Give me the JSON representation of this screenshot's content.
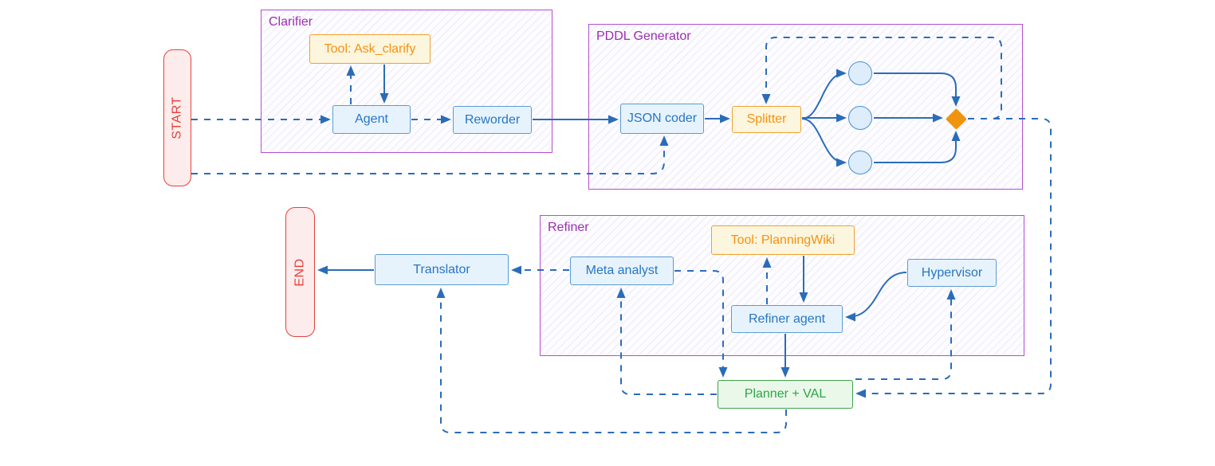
{
  "diagram": {
    "containers": {
      "clarifier": {
        "label": "Clarifier"
      },
      "pddl": {
        "label": "PDDL Generator"
      },
      "refiner": {
        "label": "Refiner"
      }
    },
    "nodes": {
      "start": {
        "label": "START",
        "type": "terminal"
      },
      "end": {
        "label": "END",
        "type": "terminal"
      },
      "tool_ask": {
        "label": "Tool: Ask_clarify",
        "type": "tool"
      },
      "agent": {
        "label": "Agent",
        "type": "process"
      },
      "reworder": {
        "label": "Reworder",
        "type": "process"
      },
      "json_coder": {
        "label": "JSON coder",
        "type": "process"
      },
      "splitter": {
        "label": "Splitter",
        "type": "tool"
      },
      "worker_1": {
        "label": "",
        "type": "worker-circle"
      },
      "worker_2": {
        "label": "",
        "type": "worker-circle"
      },
      "worker_3": {
        "label": "",
        "type": "worker-circle"
      },
      "join_diamond": {
        "label": "",
        "type": "join-diamond"
      },
      "meta_analyst": {
        "label": "Meta analyst",
        "type": "process"
      },
      "tool_wiki": {
        "label": "Tool: PlanningWiki",
        "type": "tool"
      },
      "refiner_agent": {
        "label": "Refiner agent",
        "type": "process"
      },
      "hypervisor": {
        "label": "Hypervisor",
        "type": "process"
      },
      "translator": {
        "label": "Translator",
        "type": "process"
      },
      "planner": {
        "label": "Planner + VAL",
        "type": "validator"
      }
    },
    "edges": [
      {
        "from": "START",
        "to": "Agent",
        "style": "dashed"
      },
      {
        "from": "Agent",
        "to": "Tool: Ask_clarify",
        "style": "dashed"
      },
      {
        "from": "Tool: Ask_clarify",
        "to": "Agent",
        "style": "solid"
      },
      {
        "from": "Agent",
        "to": "Reworder",
        "style": "dashed"
      },
      {
        "from": "Reworder",
        "to": "JSON coder",
        "style": "solid"
      },
      {
        "from": "START",
        "to": "JSON coder",
        "style": "dashed"
      },
      {
        "from": "JSON coder",
        "to": "Splitter",
        "style": "solid"
      },
      {
        "from": "Splitter",
        "to": "worker_1",
        "style": "solid"
      },
      {
        "from": "Splitter",
        "to": "worker_2",
        "style": "solid"
      },
      {
        "from": "Splitter",
        "to": "worker_3",
        "style": "solid"
      },
      {
        "from": "worker_1",
        "to": "join_diamond",
        "style": "solid"
      },
      {
        "from": "worker_2",
        "to": "join_diamond",
        "style": "solid"
      },
      {
        "from": "worker_3",
        "to": "join_diamond",
        "style": "solid"
      },
      {
        "from": "join_diamond",
        "to": "Splitter",
        "style": "dashed"
      },
      {
        "from": "join_diamond",
        "to": "Planner + VAL",
        "style": "dashed"
      },
      {
        "from": "Meta analyst",
        "to": "Translator",
        "style": "dashed"
      },
      {
        "from": "Translator",
        "to": "END",
        "style": "solid"
      },
      {
        "from": "Refiner agent",
        "to": "Tool: PlanningWiki",
        "style": "dashed"
      },
      {
        "from": "Tool: PlanningWiki",
        "to": "Refiner agent",
        "style": "solid"
      },
      {
        "from": "Hypervisor",
        "to": "Refiner agent",
        "style": "solid"
      },
      {
        "from": "Meta analyst",
        "to": "Planner + VAL",
        "style": "dashed"
      },
      {
        "from": "Refiner agent",
        "to": "Planner + VAL",
        "style": "solid"
      },
      {
        "from": "Planner + VAL",
        "to": "Meta analyst",
        "style": "dashed"
      },
      {
        "from": "Planner + VAL",
        "to": "Hypervisor",
        "style": "dashed"
      },
      {
        "from": "Planner + VAL",
        "to": "Translator",
        "style": "dashed"
      }
    ],
    "colors": {
      "edge": "#2b6cb8",
      "container_border": "#b44fd0",
      "container_label": "#9b2fae",
      "blue_fill": "#e7f3fc",
      "blue_border": "#5b9bd5",
      "blue_text": "#2776c6",
      "orange_fill": "#fdf6de",
      "orange_border": "#f0a030",
      "orange_text": "#f59112",
      "red_fill": "#fdecec",
      "red_border": "#e5413c",
      "green_fill": "#eaf8ea",
      "green_border": "#3da24a",
      "green_text": "#2ba745",
      "diamond": "#f0930f"
    }
  }
}
